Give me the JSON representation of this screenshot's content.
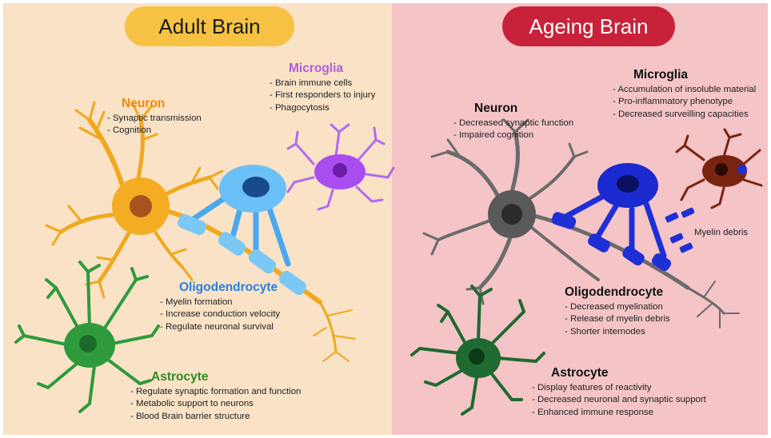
{
  "colors": {
    "adult_bg": "#f9e2c6",
    "ageing_bg": "#f4c4c6",
    "adult_pill": "#f7c244",
    "ageing_pill": "#c8223a",
    "neuron_adult": "#f0a81c",
    "oligo_adult": "#4aa8f0",
    "microglia_adult": "#a84ef0",
    "astro_adult": "#2e9a3c",
    "neuron_ageing": "#6b6b6b",
    "oligo_ageing": "#1f2fd6",
    "microglia_ageing": "#7a2410",
    "astro_ageing": "#1e6a30"
  },
  "adult": {
    "title": "Adult Brain",
    "neuron": {
      "title": "Neuron",
      "title_color": "#f08a00",
      "items": [
        "- Synaptic transmission",
        "- Cognition"
      ]
    },
    "microglia": {
      "title": "Microglia",
      "title_color": "#b05ed6",
      "items": [
        "- Brain immune cells",
        "- First responders to injury",
        "- Phagocytosis"
      ]
    },
    "oligodendrocyte": {
      "title": "Oligodendrocyte",
      "title_color": "#2a7fe0",
      "items": [
        "- Myelin formation",
        "- Increase conduction velocity",
        "- Regulate neuronal survival"
      ]
    },
    "astrocyte": {
      "title": "Astrocyte",
      "title_color": "#2e8b22",
      "items": [
        "- Regulate synaptic formation and function",
        "- Metabolic support to neurons",
        "- Blood Brain barrier structure"
      ]
    }
  },
  "ageing": {
    "title": "Ageing Brain",
    "neuron": {
      "title": "Neuron",
      "title_color": "#111111",
      "items": [
        "- Decreased synaptic function",
        "- Impaired cognition"
      ]
    },
    "microglia": {
      "title": "Microglia",
      "title_color": "#111111",
      "items": [
        "- Accumulation of insoluble material",
        "- Pro-inflammatory phenotype",
        "- Decreased surveilling capacities"
      ]
    },
    "oligodendrocyte": {
      "title": "Oligodendrocyte",
      "title_color": "#111111",
      "items": [
        "- Decreased myelination",
        "- Release of myelin debris",
        "- Shorter internodes"
      ]
    },
    "astrocyte": {
      "title": "Astrocyte",
      "title_color": "#111111",
      "items": [
        "- Display features of reactivity",
        "- Decreased neuronal and synaptic support",
        "- Enhanced immune response"
      ]
    },
    "myelin_debris_label": "Myelin debris"
  }
}
